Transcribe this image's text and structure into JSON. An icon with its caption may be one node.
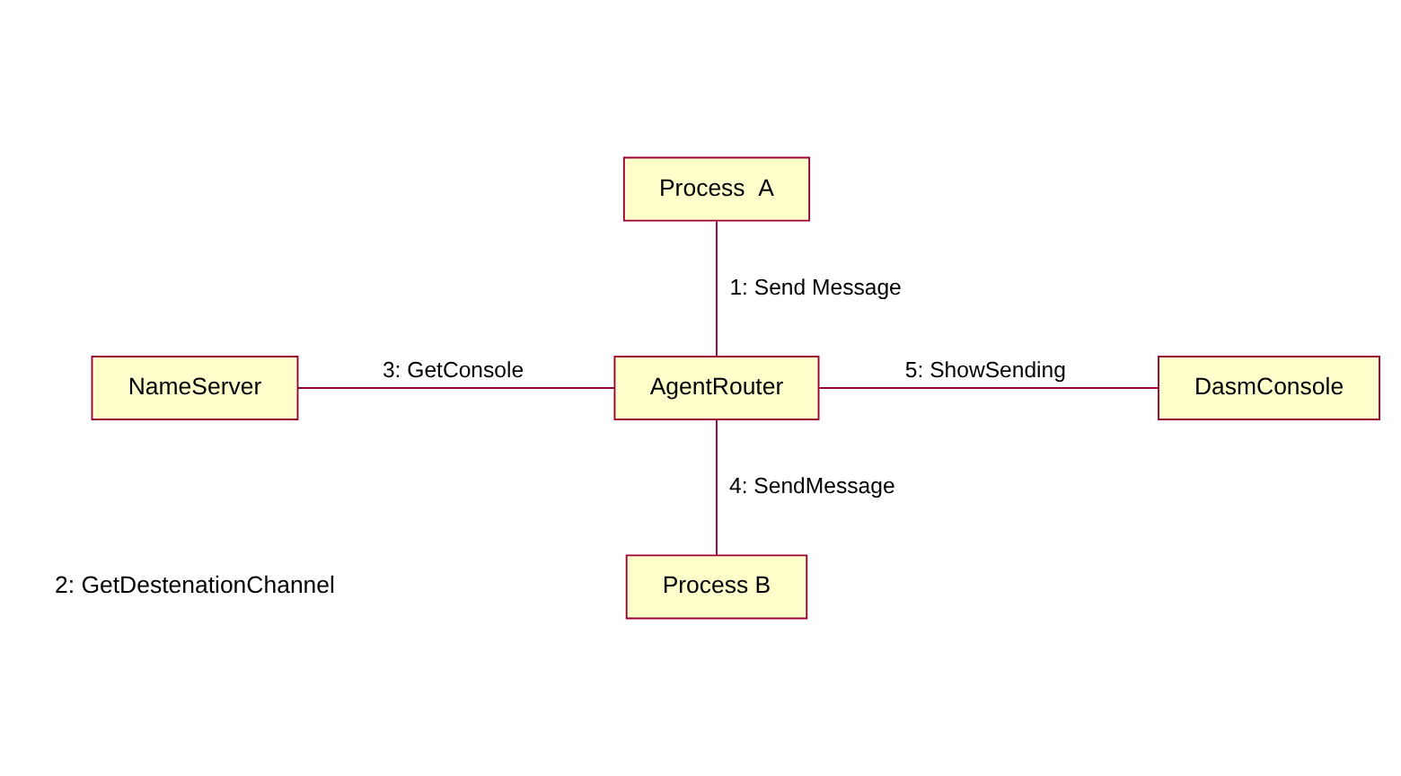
{
  "diagram": {
    "nodes": [
      {
        "text": [
          "Process  A"
        ]
      },
      {
        "text": [
          "NameServer"
        ]
      },
      {
        "text": [
          "AgentRouter"
        ]
      },
      {
        "text": [
          "DasmConsole"
        ]
      },
      {
        "text": [
          "Process B"
        ]
      }
    ],
    "edges": [
      {
        "from": 0,
        "to": 2,
        "arrow": "none",
        "label": "1: Send Message"
      },
      {
        "from": 1,
        "to": 2,
        "arrow": "none",
        "label": "3: GetConsole"
      },
      {
        "from": 2,
        "to": 3,
        "arrow": "none",
        "label": "5: ShowSending"
      },
      {
        "from": 2,
        "to": 4,
        "arrow": "none",
        "label": "4: SendMessage"
      }
    ],
    "labels": [
      "2: GetDestenationChannel"
    ]
  }
}
